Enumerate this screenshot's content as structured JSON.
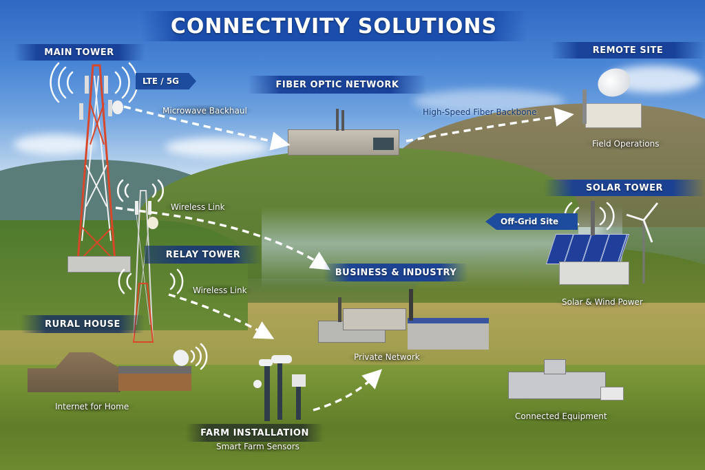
{
  "title": "CONNECTIVITY SOLUTIONS",
  "colors": {
    "banner_blue": "#1d4c9e",
    "title_blue": "#1e4fae",
    "tower_red": "#d9472b",
    "link_white": "#ffffff",
    "solar_panel": "#1f3f9a"
  },
  "nodes": {
    "main_tower": {
      "label": "MAIN TOWER",
      "tag": "LTE / 5G",
      "link_label": "Microwave Backhaul",
      "icon": "cell-tower-icon"
    },
    "fiber_network": {
      "label": "FIBER OPTIC NETWORK",
      "link_label": "High-Speed Fiber Backbone",
      "icon": "data-center-icon"
    },
    "remote_site": {
      "label": "REMOTE SITE",
      "caption": "Field Operations",
      "icon": "satellite-dish-icon"
    },
    "solar_tower": {
      "label": "SOLAR TOWER",
      "tag": "Off-Grid Site",
      "caption": "Solar & Wind Power",
      "icon": "solar-panel-icon"
    },
    "relay_tower": {
      "label": "RELAY TOWER",
      "link_label_upper": "Wireless Link",
      "link_label_lower": "Wireless Link",
      "icon": "relay-tower-icon"
    },
    "business": {
      "label": "BUSINESS & INDUSTRY",
      "caption": "Private Network",
      "icon": "factory-icon"
    },
    "rural_house": {
      "label": "RURAL HOUSE",
      "caption": "Internet for Home",
      "icon": "barn-icon"
    },
    "farm": {
      "label": "FARM INSTALLATION",
      "caption": "Smart Farm Sensors",
      "icon": "sensor-pole-icon"
    },
    "equipment": {
      "caption": "Connected Equipment",
      "icon": "equipment-containers-icon"
    }
  }
}
